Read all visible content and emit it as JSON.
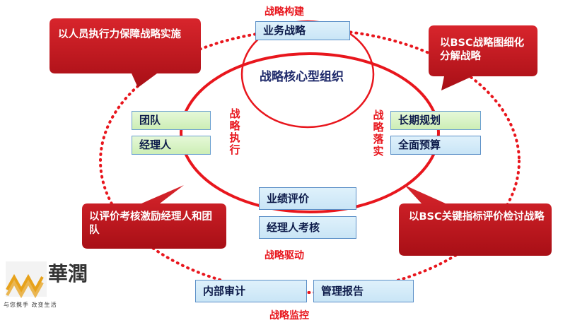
{
  "labels": {
    "top": "战略构建",
    "left_vertical": "战略执行",
    "right_vertical": "战略落实",
    "bottom_inner": "战略驱动",
    "bottom": "战略监控"
  },
  "core": "战略核心型组织",
  "boxes": {
    "business_strategy": "业务战略",
    "team": "团队",
    "manager": "经理人",
    "long_term_plan": "长期规划",
    "full_budget": "全面预算",
    "performance_eval": "业绩评价",
    "manager_assessment": "经理人考核",
    "internal_audit": "内部审计",
    "management_report": "管理报告"
  },
  "callouts": {
    "top_left": "以人员执行力保障战略实施",
    "top_right": "以BSC战略图细化分解战略",
    "bottom_left": "以评价考核激励经理人和团队",
    "bottom_right": "以BSC关键指标评价检讨战略"
  },
  "logo": {
    "name": "華潤",
    "tagline": "与您携手 改变生活"
  },
  "colors": {
    "accent_red": "#e8161d",
    "callout_red": "#c0151c",
    "box_border": "#5b8fc7"
  }
}
